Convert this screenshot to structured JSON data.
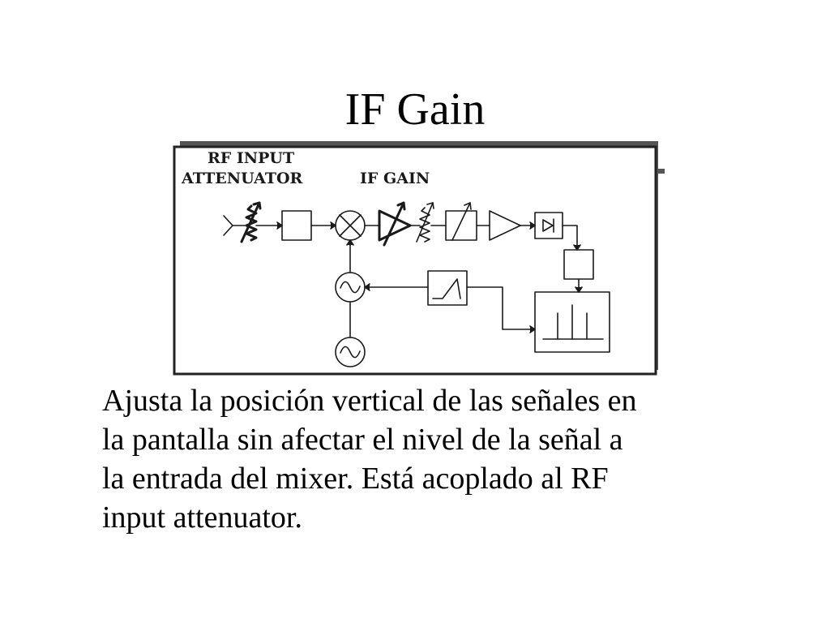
{
  "slide": {
    "title": "IF Gain",
    "body_lines": [
      "Ajusta la posición vertical de las señales en",
      "la pantalla sin afectar el nivel de la señal a",
      "la entrada del mixer. Está acoplado al RF",
      "input attenuator."
    ]
  },
  "diagram": {
    "labels": {
      "rf_input_line1": "RF INPUT",
      "rf_input_line2": "ATTENUATOR",
      "if_gain": "IF GAIN"
    },
    "colors": {
      "frame_shadow": "#555555",
      "frame_border": "#222222",
      "line": "#1a1a1a"
    },
    "blocks": [
      "input-connector-icon",
      "rf-attenuator-icon",
      "input-filter-block",
      "mixer-icon",
      "if-gain-amplifier-icon",
      "variable-attenuator-icon",
      "if-filter-icon",
      "log-amplifier-icon",
      "detector-diode-icon",
      "video-filter-block",
      "sweep-generator-icon",
      "local-oscillator-icon",
      "reference-oscillator-icon",
      "display-screen-icon"
    ]
  }
}
